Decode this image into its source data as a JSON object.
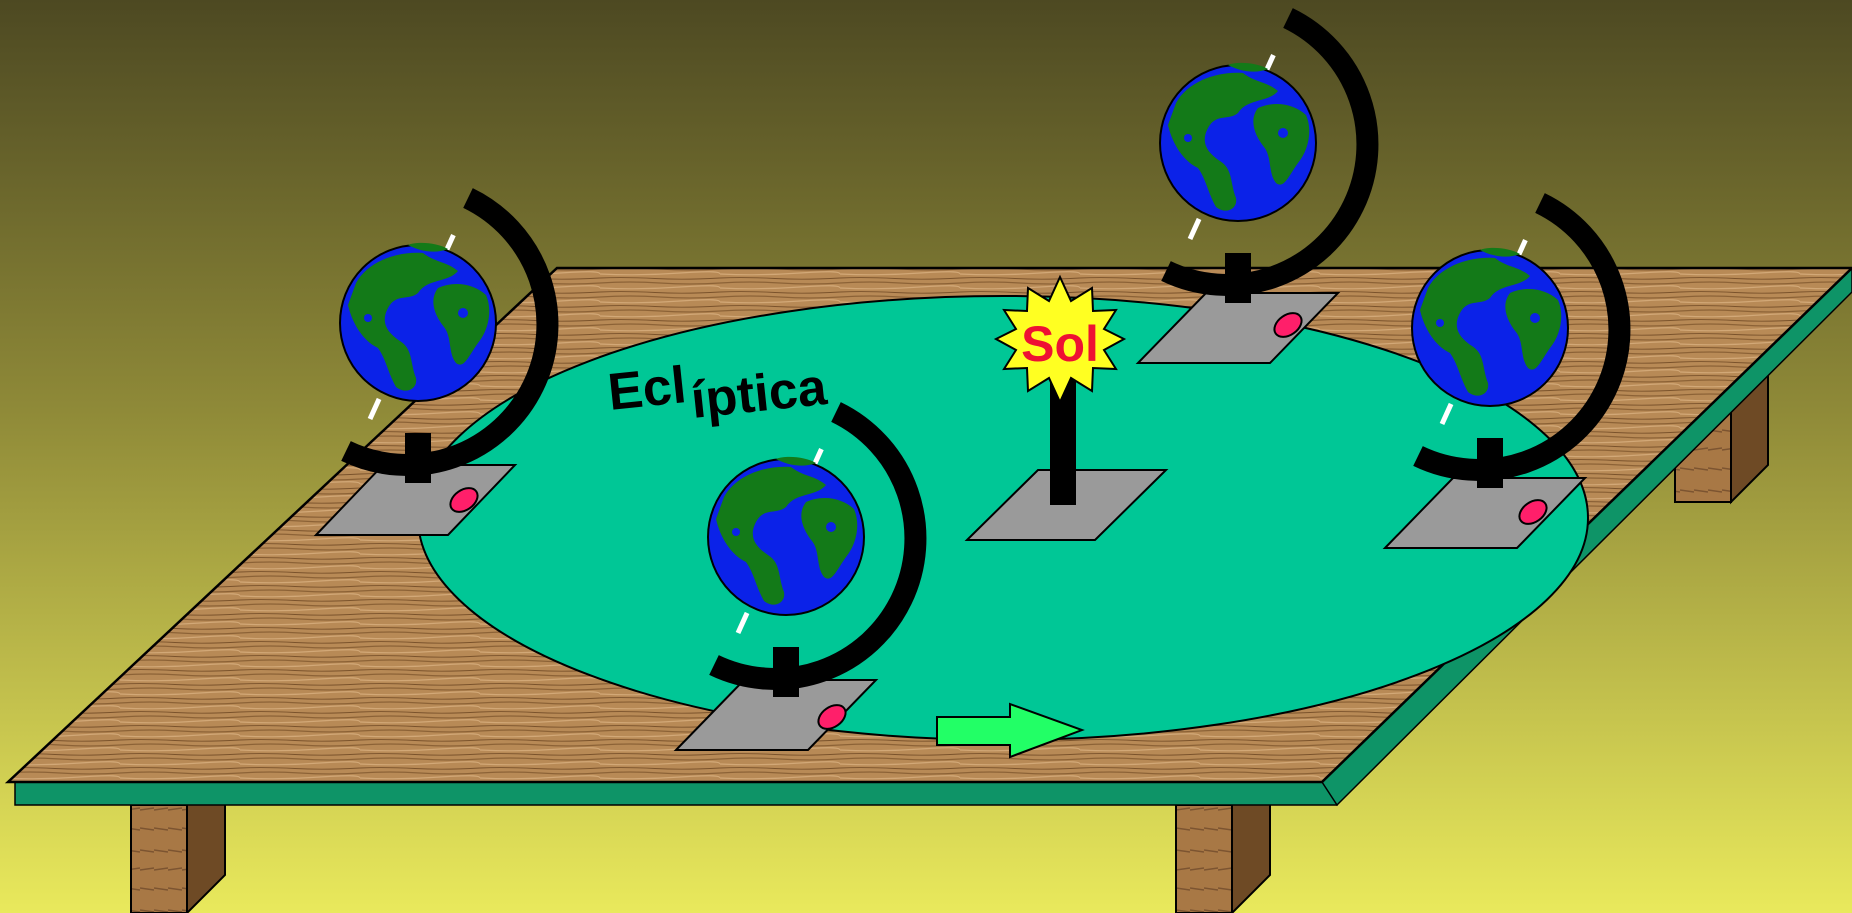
{
  "diagram": {
    "sun_label": "Sol",
    "ecliptic_label_part1": "Ecl",
    "ecliptic_label_part2": "íptica"
  },
  "colors": {
    "background_top": "#4e4a22",
    "background_bottom": "#e6e65a",
    "table_wood": "#b98a55",
    "table_edge": "#0e9467",
    "ecliptic": "#00c796",
    "globe_ocean": "#0b22e8",
    "globe_land": "#137a18",
    "stand_base": "#9a9a9a",
    "stand_marker": "#ff1f6a",
    "sun_fill": "#ffff22",
    "sun_text": "#ee1133",
    "arrow": "#22ff66"
  },
  "icons": [
    "globe-icon",
    "sun-icon",
    "direction-arrow-icon"
  ]
}
